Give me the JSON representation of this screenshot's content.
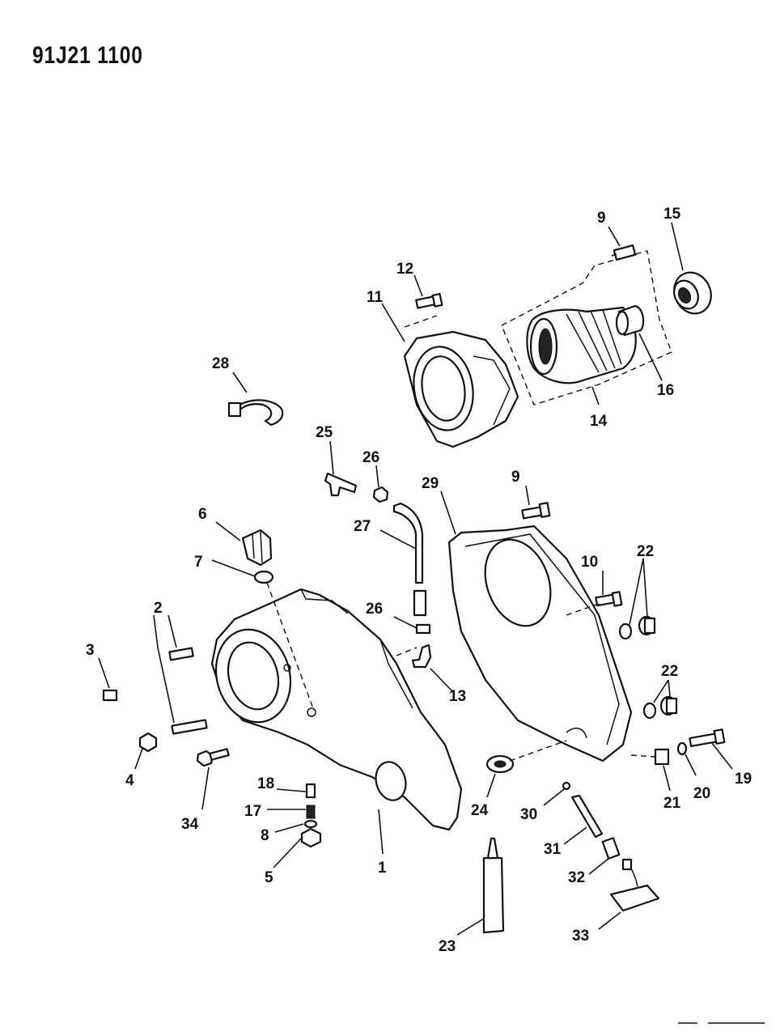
{
  "document_id": "91J21 1100",
  "callouts": [
    "1",
    "2",
    "3",
    "4",
    "5",
    "6",
    "7",
    "8",
    "9",
    "9",
    "10",
    "11",
    "12",
    "13",
    "14",
    "15",
    "16",
    "17",
    "18",
    "19",
    "20",
    "21",
    "22",
    "22",
    "23",
    "24",
    "25",
    "26",
    "26",
    "27",
    "28",
    "29",
    "30",
    "31",
    "32",
    "33",
    "34"
  ]
}
